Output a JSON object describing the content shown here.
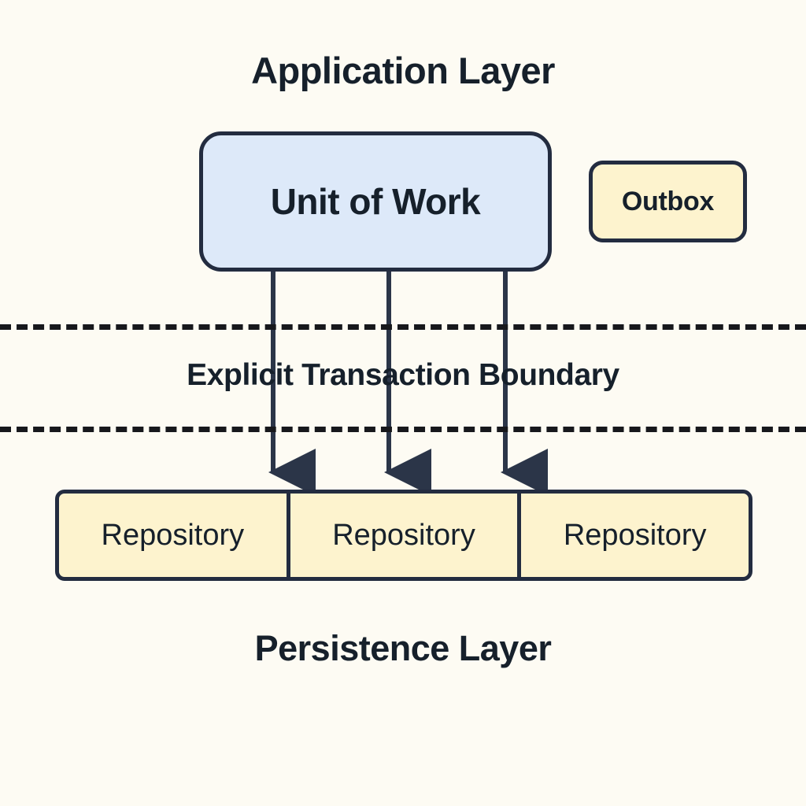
{
  "diagram": {
    "title_top": "Application Layer",
    "title_bottom": "Persistence Layer",
    "background_color": "#fdfbf3",
    "stroke_color": "#232c40",
    "text_color": "#16202b",
    "boundary": {
      "label": "Explicit Transaction Boundary",
      "style": "dashed",
      "line_color": "#17181c"
    },
    "application_layer": {
      "nodes": [
        {
          "id": "unit-of-work",
          "label": "Unit of Work",
          "fill": "#dde9f9",
          "shape": "rounded-rectangle"
        },
        {
          "id": "outbox",
          "label": "Outbox",
          "fill": "#fdf3ce",
          "shape": "rounded-rectangle"
        }
      ]
    },
    "persistence_layer": {
      "bar_fill": "#fdf3ce",
      "cells": [
        {
          "id": "repository-1",
          "label": "Repository"
        },
        {
          "id": "repository-2",
          "label": "Repository"
        },
        {
          "id": "repository-3",
          "label": "Repository"
        }
      ]
    },
    "connectors": {
      "count": 3,
      "from": "Unit of Work",
      "to": "Repository",
      "arrowhead": "solid-triangle",
      "direction": "down",
      "color": "#2b3548"
    }
  }
}
